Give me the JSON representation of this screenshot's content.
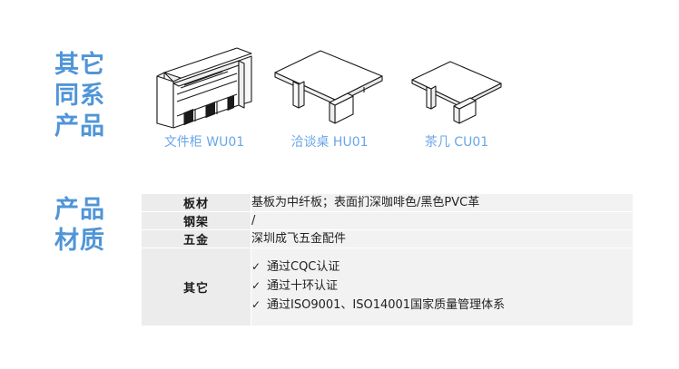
{
  "sections": {
    "related_products": {
      "heading_lines": [
        "其它",
        "同系",
        "产品"
      ],
      "heading_color": "#4f95d8",
      "items": [
        {
          "label": "文件柜 WU01",
          "icon": "file-cabinet-icon"
        },
        {
          "label": "洽谈桌 HU01",
          "icon": "meeting-table-icon"
        },
        {
          "label": "茶几 CU01",
          "icon": "coffee-table-icon"
        }
      ],
      "label_color": "#6aa6e8"
    },
    "material": {
      "heading_lines": [
        "产品",
        "材质"
      ],
      "heading_color": "#4f95d8",
      "rows": [
        {
          "label": "板材",
          "value": "基板为中纤板；表面扪深咖啡色/黑色PVC革"
        },
        {
          "label": "钢架",
          "value": "/"
        },
        {
          "label": "五金",
          "value": "深圳成飞五金配件"
        }
      ],
      "cert_row": {
        "label": "其它",
        "check_glyph": "✓",
        "items": [
          "通过CQC认证",
          "通过十环认证",
          "通过ISO9001、ISO14001国家质量管理体系"
        ]
      },
      "table_bg": "#f2f2f2",
      "label_bg": "#ececec"
    }
  }
}
